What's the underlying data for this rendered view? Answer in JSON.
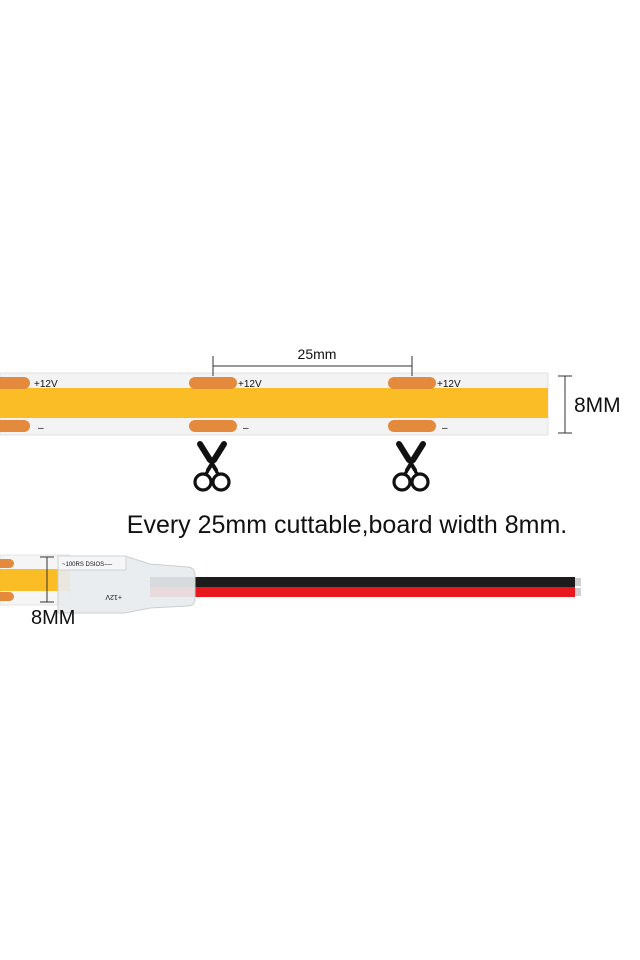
{
  "diagram": {
    "spacing_label": "25mm",
    "pad_polarity_pos": "+12V",
    "pad_polarity_neg": "–",
    "width_label_strip": "8MM",
    "caption": "Every 25mm cuttable,board width 8mm.",
    "width_label_connector": "8MM",
    "connector_print_top": "~100RS DSIOS-—",
    "connector_print_side": "+12V",
    "icons": [
      "scissors-icon",
      "scissors-icon"
    ],
    "colors": {
      "strip_base": "#f4f4f4",
      "led_emitter": "#fbbd26",
      "pad": "#e48a3c",
      "wire_red": "#e8181e",
      "wire_black": "#1a1a1a",
      "connector": "#e6eaec"
    }
  }
}
